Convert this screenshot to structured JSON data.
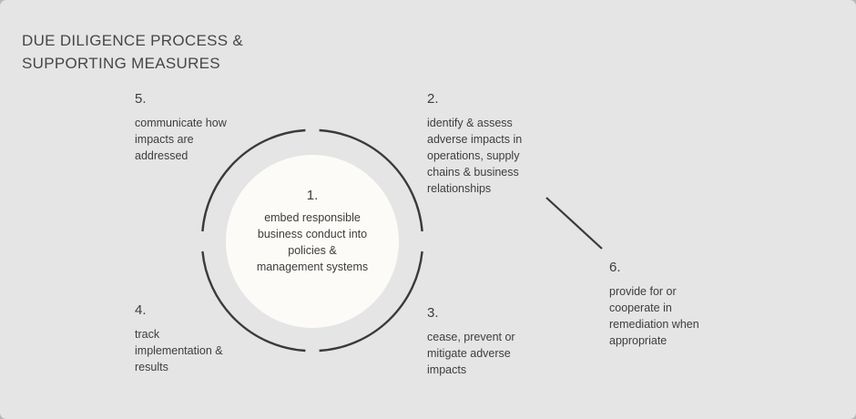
{
  "slide": {
    "title": "DUE DILIGENCE PROCESS &\nSUPPORTING MEASURES",
    "background_color": "#e5e5e5",
    "inner_circle_color": "#fcfbf8",
    "arc_color": "#3a3a3a",
    "text_color": "#3d3d3d"
  },
  "diagram": {
    "type": "cycle",
    "steps": [
      {
        "number": "1.",
        "text": "embed responsible\nbusiness conduct into\npolicies &\nmanagement systems",
        "position": "center"
      },
      {
        "number": "2.",
        "text": "identify & assess\nadverse impacts in\noperations, supply\nchains & business\nrelationships",
        "position": "top-right"
      },
      {
        "number": "3.",
        "text": "cease, prevent or\nmitigate adverse\nimpacts",
        "position": "bottom-right"
      },
      {
        "number": "4.",
        "text": "track\nimplementation &\nresults",
        "position": "bottom-left"
      },
      {
        "number": "5.",
        "text": "communicate how\nimpacts are\naddressed",
        "position": "top-left"
      },
      {
        "number": "6.",
        "text": "provide for or\ncooperate in\nremediation when\nappropriate",
        "position": "far-right"
      }
    ]
  }
}
